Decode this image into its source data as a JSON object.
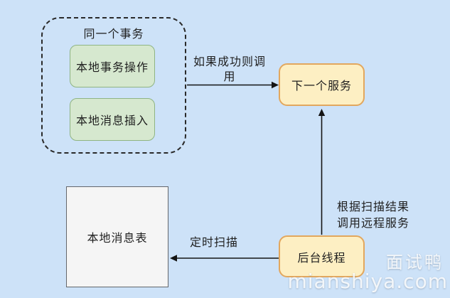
{
  "diagram": {
    "transaction_group": {
      "title": "同一个事务",
      "steps": [
        "本地事务操作",
        "本地消息插入"
      ]
    },
    "nodes": {
      "next_service": "下一个服务",
      "background_thread": "后台线程",
      "local_message_table": "本地消息表"
    },
    "edge_labels": {
      "success_call": "如果成功则调用",
      "remote_call": "根据扫描结果\n调用远程服务",
      "scheduled_scan": "定时扫描"
    }
  },
  "watermark": {
    "brand": "面试鸭",
    "domain": "mianshiya.com"
  },
  "colors": {
    "background": "#cde2f8",
    "green_fill": "#d6e8cf",
    "green_border": "#8fb483",
    "yellow_fill": "#fdefc3",
    "yellow_border": "#e2a75e",
    "table_fill": "#f5f5f5",
    "table_border": "#64676c",
    "arrow": "#141414",
    "text": "#1f1f1f"
  }
}
